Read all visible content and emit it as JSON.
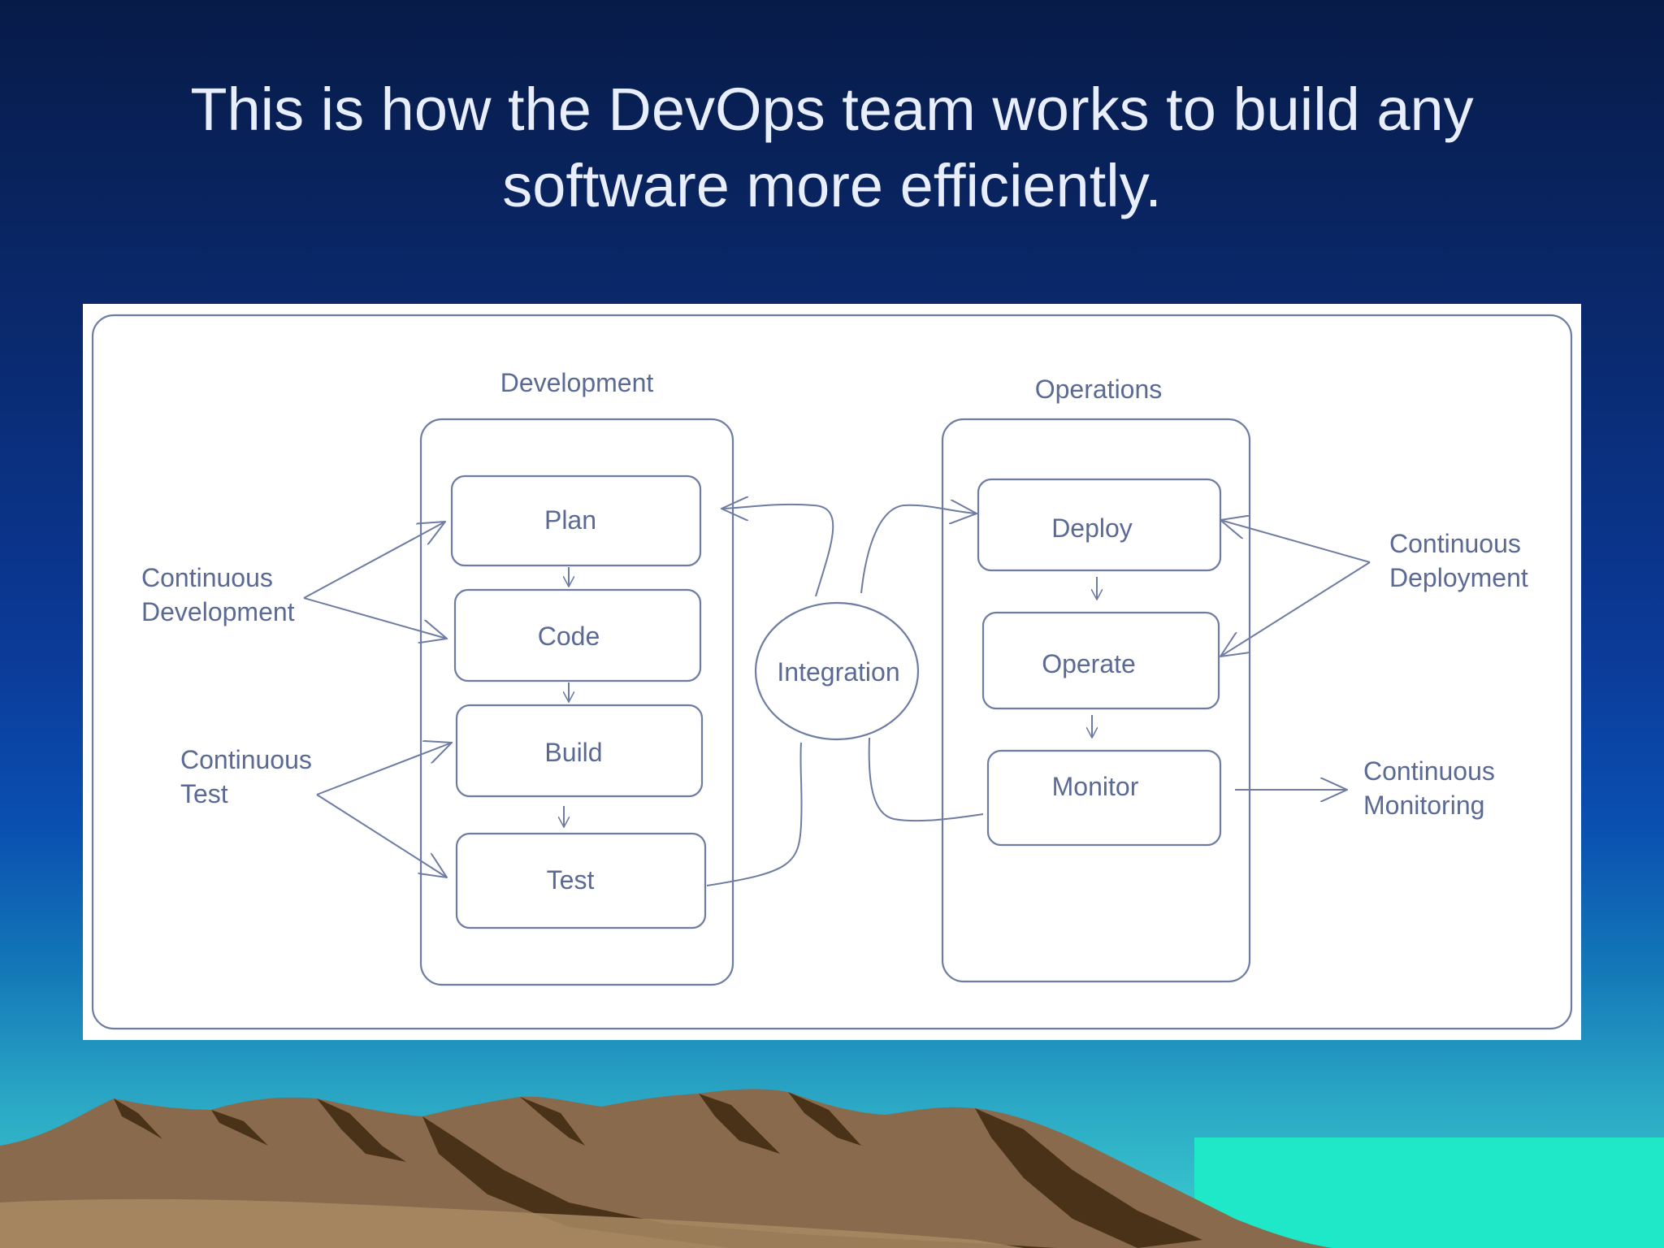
{
  "slide": {
    "title": "This is how the DevOps team works to build any software more efficiently."
  },
  "diagram": {
    "development_title": "Development",
    "operations_title": "Operations",
    "development_steps": [
      "Plan",
      "Code",
      "Build",
      "Test"
    ],
    "operations_steps": [
      "Deploy",
      "Operate",
      "Monitor"
    ],
    "center": "Integration",
    "continuous_development": [
      "Continuous",
      "Development"
    ],
    "continuous_test": [
      "Continuous",
      "Test"
    ],
    "continuous_deployment": [
      "Continuous",
      "Deployment"
    ],
    "continuous_monitoring": [
      "Continuous",
      "Monitoring"
    ]
  },
  "colors": {
    "diagram_stroke": "#6e7ca3",
    "diagram_text": "#5b6a94",
    "title_text": "#e8eefb"
  }
}
